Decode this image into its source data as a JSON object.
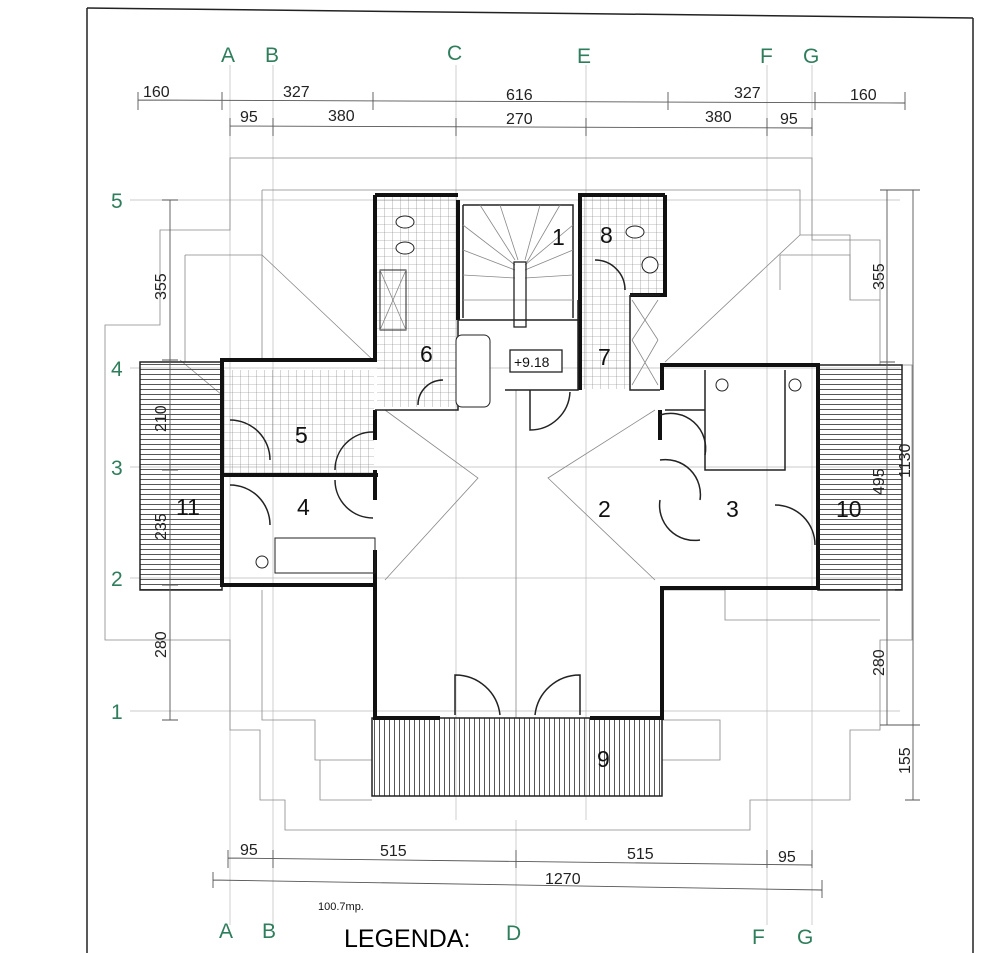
{
  "grid_columns_top": [
    "A",
    "B",
    "C",
    "E",
    "F",
    "G"
  ],
  "grid_columns_bottom": [
    "A",
    "B",
    "D",
    "F",
    "G"
  ],
  "grid_rows": [
    "5",
    "4",
    "3",
    "2",
    "1"
  ],
  "dimensions": {
    "top_outer": [
      "160",
      "327",
      "616",
      "327",
      "160"
    ],
    "top_inner": [
      "95",
      "380",
      "270",
      "380",
      "95"
    ],
    "bottom_inner": [
      "95",
      "515",
      "515",
      "95"
    ],
    "bottom_total": "1270",
    "left": [
      "355",
      "210",
      "235",
      "280"
    ],
    "right_inner": [
      "355",
      "495",
      "280"
    ],
    "right_outer": [
      "1130",
      "155"
    ]
  },
  "rooms": [
    "1",
    "2",
    "3",
    "4",
    "5",
    "6",
    "7",
    "8",
    "9",
    "10",
    "11"
  ],
  "elevation": "+9.18",
  "area": "100.7mp.",
  "legend_title": "LEGENDA:",
  "colors": {
    "grid_label": "#2e7d5b",
    "wall": "#111111"
  }
}
